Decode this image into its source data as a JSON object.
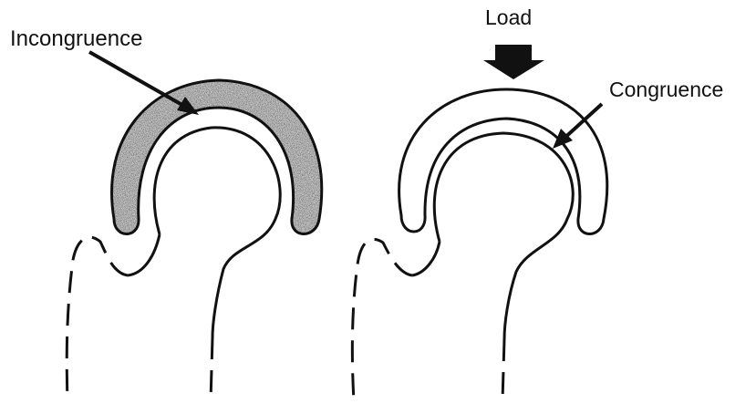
{
  "labels": {
    "incongruence": "Incongruence",
    "load": "Load",
    "congruence": "Congruence"
  },
  "colors": {
    "ink": "#111111",
    "cartilage_fill": "#b9b9b9",
    "background": "#ffffff"
  }
}
